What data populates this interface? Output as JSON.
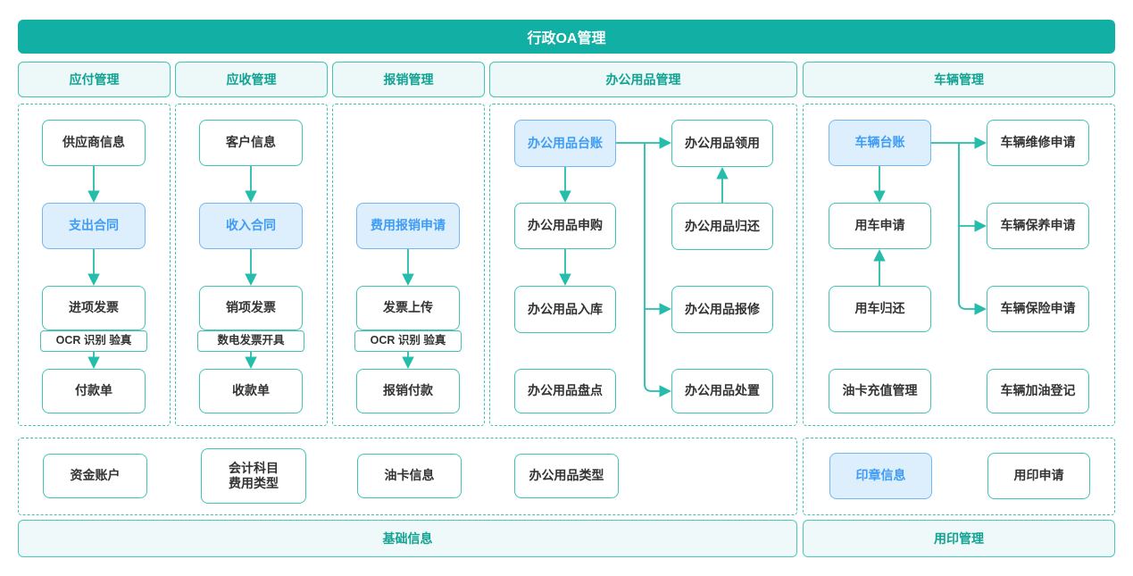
{
  "title": "行政OA管理",
  "colors": {
    "teal": "#12b0a4",
    "teal_border": "#41c4b4",
    "light_teal_bg": "#edf8f8",
    "highlight_bg": "#ddeefd",
    "highlight_border": "#74b7f4",
    "highlight_text": "#3f9cf4",
    "node_text": "#333333",
    "arrow": "#26bcab"
  },
  "columns": [
    {
      "header": "应付管理",
      "nodes": [
        {
          "label": "供应商信息"
        },
        {
          "label": "支出合同",
          "highlight": true
        },
        {
          "label": "进项发票"
        },
        {
          "label": "OCR 识别 验真",
          "sub": true
        },
        {
          "label": "付款单"
        }
      ]
    },
    {
      "header": "应收管理",
      "nodes": [
        {
          "label": "客户信息"
        },
        {
          "label": "收入合同",
          "highlight": true
        },
        {
          "label": "销项发票"
        },
        {
          "label": "数电发票开具",
          "sub": true
        },
        {
          "label": "收款单"
        }
      ]
    },
    {
      "header": "报销管理",
      "nodes": [
        {
          "label": "费用报销申请",
          "highlight": true
        },
        {
          "label": "发票上传"
        },
        {
          "label": "OCR 识别 验真",
          "sub": true
        },
        {
          "label": "报销付款"
        }
      ]
    },
    {
      "header": "办公用品管理",
      "nodes": [
        {
          "label": "办公用品台账",
          "highlight": true
        },
        {
          "label": "办公用品申购"
        },
        {
          "label": "办公用品入库"
        },
        {
          "label": "办公用品盘点"
        },
        {
          "label": "办公用品领用"
        },
        {
          "label": "办公用品归还"
        },
        {
          "label": "办公用品报修"
        },
        {
          "label": "办公用品处置"
        }
      ]
    },
    {
      "header": "车辆管理",
      "nodes": [
        {
          "label": "车辆台账",
          "highlight": true
        },
        {
          "label": "用车申请"
        },
        {
          "label": "用车归还"
        },
        {
          "label": "油卡充值管理"
        },
        {
          "label": "车辆维修申请"
        },
        {
          "label": "车辆保养申请"
        },
        {
          "label": "车辆保险申请"
        },
        {
          "label": "车辆加油登记"
        }
      ]
    }
  ],
  "base_info": {
    "footer": "基础信息",
    "nodes": [
      {
        "label": "资金账户"
      },
      {
        "label": "会计科目\n费用类型"
      },
      {
        "label": "油卡信息"
      },
      {
        "label": "办公用品类型"
      }
    ]
  },
  "seal": {
    "footer": "用印管理",
    "nodes": [
      {
        "label": "印章信息",
        "highlight": true
      },
      {
        "label": "用印申请"
      }
    ]
  },
  "edges": [
    {
      "from": "供应商信息",
      "to": "支出合同"
    },
    {
      "from": "支出合同",
      "to": "进项发票"
    },
    {
      "from": "OCR 识别 验真",
      "to": "付款单"
    },
    {
      "from": "客户信息",
      "to": "收入合同"
    },
    {
      "from": "收入合同",
      "to": "销项发票"
    },
    {
      "from": "数电发票开具",
      "to": "收款单"
    },
    {
      "from": "费用报销申请",
      "to": "发票上传"
    },
    {
      "from": "OCR 识别 验真",
      "to": "报销付款"
    },
    {
      "from": "办公用品台账",
      "to": "办公用品申购"
    },
    {
      "from": "办公用品申购",
      "to": "办公用品入库"
    },
    {
      "from": "办公用品台账",
      "to": "办公用品领用"
    },
    {
      "from": "办公用品台账",
      "to": "办公用品报修"
    },
    {
      "from": "办公用品台账",
      "to": "办公用品处置"
    },
    {
      "from": "办公用品归还",
      "to": "办公用品领用"
    },
    {
      "from": "车辆台账",
      "to": "用车申请"
    },
    {
      "from": "用车归还",
      "to": "用车申请"
    },
    {
      "from": "车辆台账",
      "to": "车辆维修申请"
    },
    {
      "from": "车辆台账",
      "to": "车辆保养申请"
    },
    {
      "from": "车辆台账",
      "to": "车辆保险申请"
    }
  ]
}
